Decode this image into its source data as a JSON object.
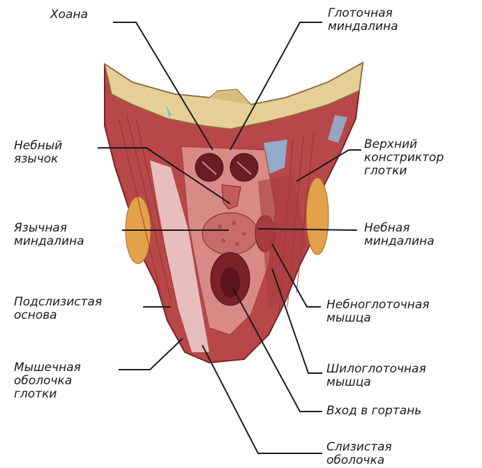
{
  "labels": {
    "choana": "Хоана",
    "pharyngeal_tonsil": [
      "Глоточная",
      "миндалина"
    ],
    "uvula": [
      "Небный",
      "язычок"
    ],
    "upper_constrictor": [
      "Верхний",
      "констриктор",
      "глотки"
    ],
    "lingual_tonsil": [
      "Язычная",
      "миндалина"
    ],
    "palatine_tonsil": [
      "Небная",
      "миндалина"
    ],
    "submucosa": [
      "Подслизистая",
      "основа"
    ],
    "palatopharyngeal_muscle": [
      "Небноглоточная",
      "мышца"
    ],
    "muscular_coat": [
      "Мышечная",
      "оболочка",
      "глотки"
    ],
    "stylopharyngeal_muscle": [
      "Шилоглоточная",
      "мышца"
    ],
    "larynx_entrance": "Вход в гортань",
    "mucous_membrane": [
      "Слизистая",
      "оболочка"
    ]
  },
  "colors": {
    "muscle": "#b8474a",
    "muscle_dark": "#8e2a30",
    "mucosa": "#d98a86",
    "submucosa_light": "#efd3cf",
    "bone": "#e6cf96",
    "fat": "#e3a24a",
    "vessel": "#8fb6d6",
    "leader": "#1a1a1a"
  }
}
